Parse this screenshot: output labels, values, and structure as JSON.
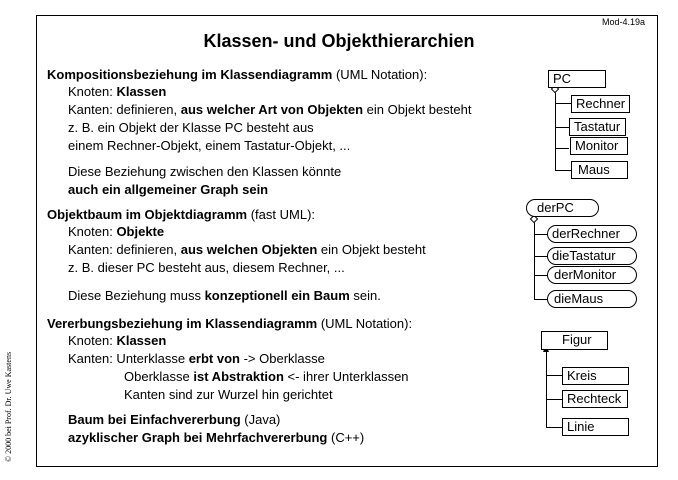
{
  "header": {
    "title": "Klassen- und Objekthierarchien",
    "module_id": "Mod-4.19a"
  },
  "copyright": "© 2000 bei Prof. Dr. Uwe Kastens",
  "section1": {
    "heading": "Kompositionsbeziehung im Klassendiagramm",
    "heading_note": " (UML Notation):",
    "l1a": "Knoten: ",
    "l1b": "Klassen",
    "l2a": "Kanten: definieren, ",
    "l2b": "aus welcher Art von Objekten",
    "l2c": " ein Objekt besteht",
    "l3": "z. B. ein Objekt der Klasse PC besteht aus",
    "l4": "einem Rechner-Objekt, einem Tastatur-Objekt, ...",
    "l5": "Diese Beziehung zwischen den Klassen könnte",
    "l6": "auch ein allgemeiner Graph sein"
  },
  "section2": {
    "heading": "Objektbaum im Objektdiagramm",
    "heading_note": " (fast UML):",
    "l1a": "Knoten: ",
    "l1b": "Objekte",
    "l2a": "Kanten: definieren, ",
    "l2b": "aus welchen Objekten",
    "l2c": " ein Objekt besteht",
    "l3": "z. B. dieser PC besteht aus, diesem Rechner, ...",
    "l4a": "Diese Beziehung muss ",
    "l4b": "konzeptionell ein Baum",
    "l4c": " sein."
  },
  "section3": {
    "heading": "Vererbungsbeziehung im Klassendiagramm",
    "heading_note": " (UML Notation):",
    "l1a": "Knoten: ",
    "l1b": "Klassen",
    "l2a": "Kanten: Unterklasse ",
    "l2b": "erbt von",
    "l2c": " -> Oberklasse",
    "l3a": "Oberklasse ",
    "l3b": "ist Abstraktion",
    "l3c": " <- ihrer Unterklassen",
    "l4": "Kanten sind zur Wurzel hin gerichtet",
    "l5a": "Baum bei Einfachvererbung",
    "l5b": " (Java)",
    "l6a": "azyklischer Graph bei Mehrfachvererbung",
    "l6b": " (C++)"
  },
  "diagram1": {
    "root": "PC",
    "children": [
      "Rechner",
      "Tastatur",
      "Monitor",
      "Maus"
    ]
  },
  "diagram2": {
    "root": "derPC",
    "children": [
      "derRechner",
      "dieTastatur",
      "derMonitor",
      "dieMaus"
    ]
  },
  "diagram3": {
    "root": "Figur",
    "children": [
      "Kreis",
      "Rechteck",
      "Linie"
    ]
  }
}
